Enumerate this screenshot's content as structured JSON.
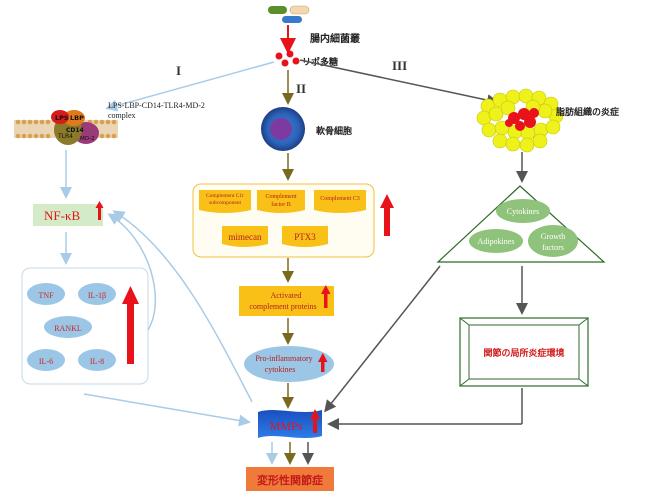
{
  "bacteria_label": "腸内細菌叢",
  "lps_label": "リポ多糖",
  "pathways": {
    "one": "I",
    "two": "II",
    "three": "III"
  },
  "receptor": {
    "complex_label_line1": "LPS-LBP-CD14-TLR4-MD-2",
    "complex_label_line2": "complex",
    "lps": "LPS",
    "lbp": "LBP",
    "cd14": "CD14",
    "tlr4": "TLR4",
    "md2": "MD-2"
  },
  "nfkb": "NF-κB",
  "cytokines_left": {
    "tnf": "TNF",
    "il1b": "IL-1β",
    "rankl": "RANKL",
    "il6": "IL-6",
    "il8": "IL-8"
  },
  "chondrocyte_label": "軟骨細胞",
  "complement": {
    "c1r": "Complement C1r subcomponent",
    "factor_b": "Complement factor B",
    "c3": "Complement C3",
    "mimecan": "mimecan",
    "ptx3": "PTX3"
  },
  "activated_complement": "Activated complement proteins",
  "proinflammatory": "Pro-inflammatory cytokines",
  "mmps": "MMPs",
  "oa": "変形性関節症",
  "adipose_label": "脂肪組織の炎症",
  "adipose_factors": {
    "cytokines": "Cytokines",
    "adipokines": "Adipokines",
    "growth": "Growth factors"
  },
  "joint_env": "関節の局所炎症環境",
  "colors": {
    "red": "#e8121a",
    "yellow_box": "#f9c018",
    "green": "#8fc27a",
    "blue_ellipse": "#9cc6e6",
    "blue_arrow": "#a9cbe6",
    "olive_arrow": "#7a6a1e",
    "grey_arrow": "#555555"
  },
  "icons": [
    "bacteria-icon",
    "lps-dots-icon",
    "receptor-complex-icon",
    "chondrocyte-icon",
    "adipose-tissue-icon",
    "up-arrow-icon"
  ]
}
